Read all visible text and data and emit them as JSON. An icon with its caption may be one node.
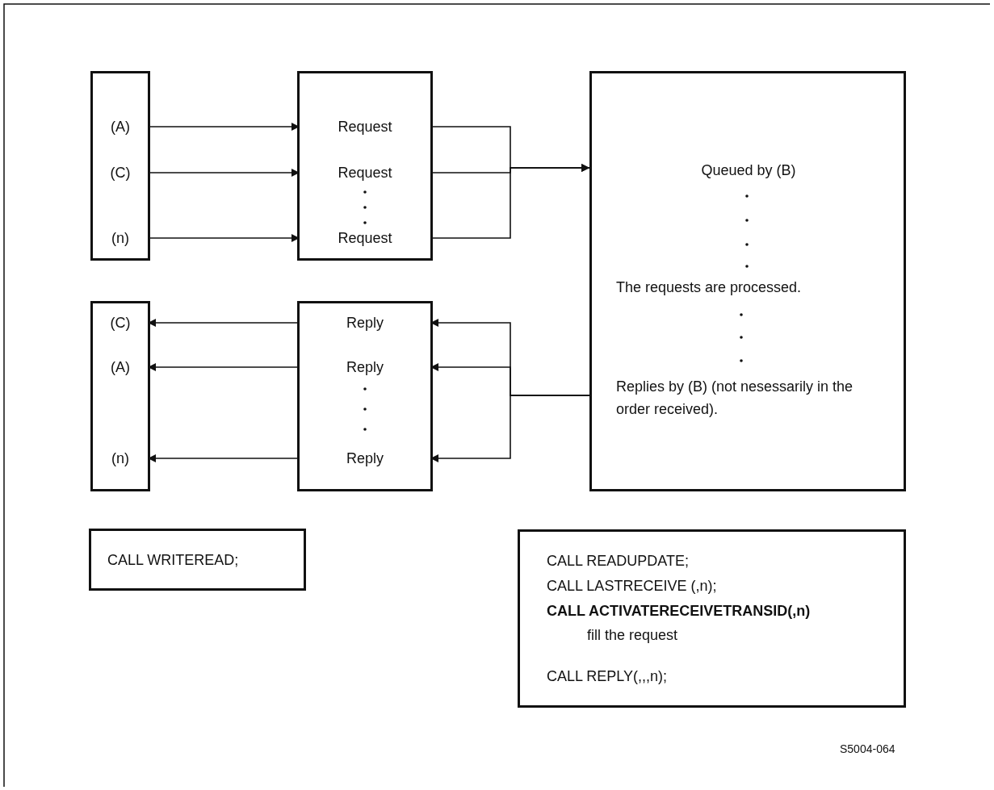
{
  "diagram": {
    "nodes": [
      {
        "text": [],
        "shape": "box"
      },
      {
        "text": [
          "(A)"
        ],
        "in": 0
      },
      {
        "text": [
          "(C)"
        ],
        "in": 0
      },
      {
        "text": [
          "(n)"
        ],
        "in": 0
      },
      {
        "text": [],
        "shape": "box"
      },
      {
        "text": [
          "Request"
        ],
        "in": 4
      },
      {
        "text": [
          "Request"
        ],
        "in": 4
      },
      {
        "text": [
          "Request"
        ],
        "in": 4
      },
      {
        "text": [
          "Queued by (B)",
          "The requests are processed.",
          "Replies by (B) (not nesessarily in the order received)."
        ]
      },
      {
        "text": [],
        "shape": "box"
      },
      {
        "text": [
          "(C)"
        ],
        "in": 9
      },
      {
        "text": [
          "(A)"
        ],
        "in": 9
      },
      {
        "text": [
          "(n)"
        ],
        "in": 9
      },
      {
        "text": [],
        "shape": "box"
      },
      {
        "text": [
          "Reply"
        ],
        "in": 13
      },
      {
        "text": [
          "Reply"
        ],
        "in": 13
      },
      {
        "text": [
          "Reply"
        ],
        "in": 13
      },
      {
        "text": [
          "CALL WRITEREAD;"
        ]
      },
      {
        "text": [
          "CALL READUPDATE;",
          "CALL LASTRECEIVE (,n);",
          "CALL ACTIVATERECEIVETRANSID(,n)",
          "fill the request",
          "CALL REPLY(,,,n);"
        ]
      }
    ],
    "edges": [
      {
        "from": 1,
        "to": 5,
        "arrow": "to"
      },
      {
        "from": 2,
        "to": 6,
        "arrow": "to"
      },
      {
        "from": 3,
        "to": 7,
        "arrow": "to"
      },
      {
        "from": 5,
        "to": 8,
        "arrow": "to"
      },
      {
        "from": 6,
        "to": 8,
        "arrow": "to"
      },
      {
        "from": 7,
        "to": 8,
        "arrow": "to"
      },
      {
        "from": 8,
        "to": 14,
        "arrow": "to"
      },
      {
        "from": 8,
        "to": 15,
        "arrow": "to"
      },
      {
        "from": 8,
        "to": 16,
        "arrow": "to"
      },
      {
        "from": 14,
        "to": 10,
        "arrow": "to"
      },
      {
        "from": 15,
        "to": 11,
        "arrow": "to"
      },
      {
        "from": 16,
        "to": 12,
        "arrow": "to"
      }
    ],
    "labels": [
      "S5004-064"
    ]
  }
}
